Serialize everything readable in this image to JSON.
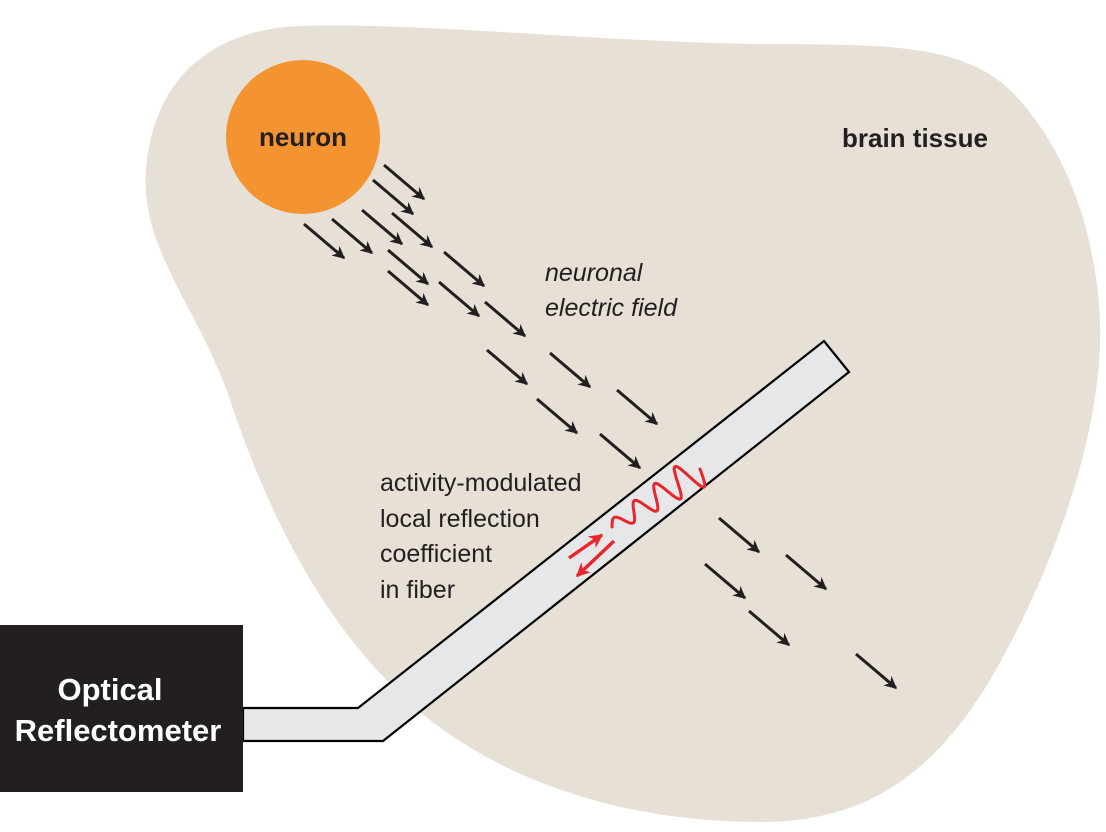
{
  "colors": {
    "tissue": "#e6e0d6",
    "neuron": "#f39431",
    "fiber_fill": "#e6e7e8",
    "outline": "#000000",
    "arrow": "#231f20",
    "signal": "#e8262b",
    "reflectometer": "#231f20",
    "reflectometer_text": "#ffffff"
  },
  "labels": {
    "neuron": "neuron",
    "brain_tissue": "brain tissue",
    "field_line1": "neuronal",
    "field_line2": "electric field",
    "reflection_lines": [
      "activity-modulated",
      "local reflection",
      "coefficient",
      "in fiber"
    ],
    "reflectometer_line1": "Optical",
    "reflectometer_line2": "Reflectometer"
  },
  "field_arrow_count": 21,
  "signal_wave": {
    "cycles": 4
  }
}
